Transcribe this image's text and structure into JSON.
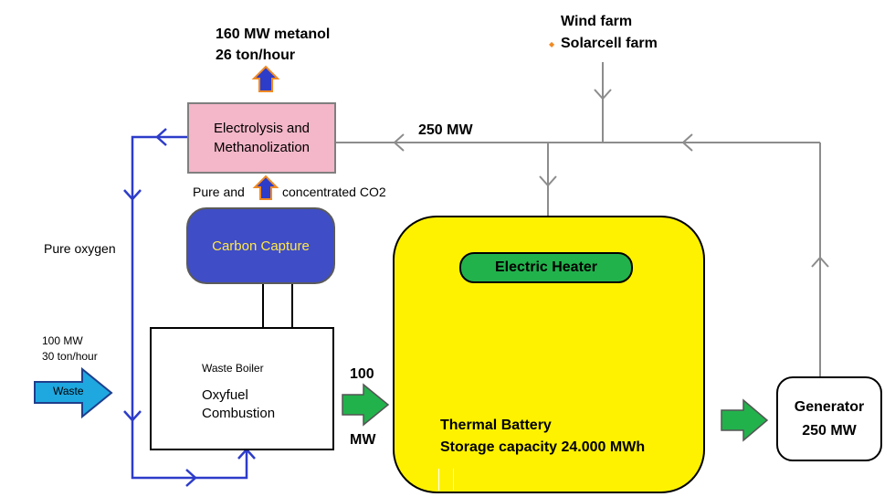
{
  "output": {
    "line1": "160 MW metanol",
    "line2": "26 ton/hour"
  },
  "sources": {
    "wind": "Wind farm",
    "solar": "Solarcell farm"
  },
  "power_label": "250 MW",
  "electrolysis": {
    "line1": "Electrolysis and",
    "line2": "Methanolization"
  },
  "co2": {
    "left": "Pure and",
    "right": "concentrated CO2"
  },
  "capture": {
    "label": "Carbon Capture"
  },
  "oxygen": {
    "label": "Pure oxygen"
  },
  "waste_input": {
    "line1": "100 MW",
    "line2": "30 ton/hour",
    "arrow_label": "Waste"
  },
  "boiler": {
    "title": "Waste Boiler",
    "line1": "Oxyfuel",
    "line2": "Combustion"
  },
  "flow_100": {
    "top": "100",
    "bottom": "MW"
  },
  "heater": {
    "label": "Electric Heater"
  },
  "battery": {
    "line1": "Thermal Battery",
    "line2": "Storage capacity 24.000 MWh"
  },
  "generator": {
    "line1": "Generator",
    "line2": "250 MW"
  },
  "colors": {
    "electrolysis": "#f4b6c9",
    "capture": "#3f4dc6",
    "battery": "#fff200",
    "heater": "#22b24c",
    "waste_arrow": "#1fa7e0",
    "flow_arrow": "#22b24c",
    "oxygen_line": "#2d3cc9",
    "grid_line": "#8c8c8c"
  }
}
